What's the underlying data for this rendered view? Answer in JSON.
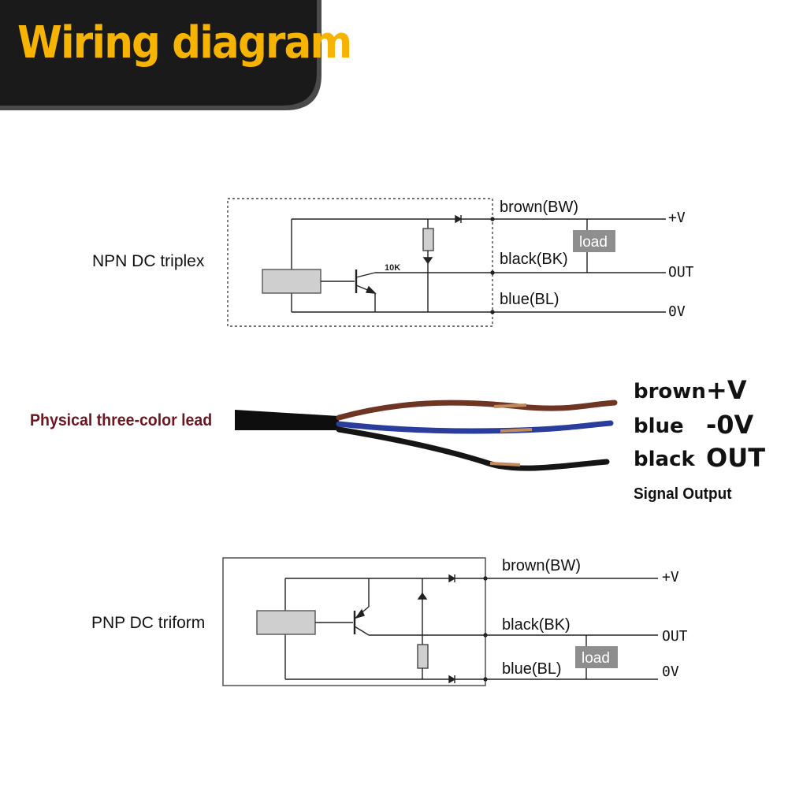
{
  "header": {
    "title": "Wiring diagram",
    "title_color": "#f6b400",
    "background_color": "#1a1a1a"
  },
  "npn": {
    "label": "NPN DC triplex",
    "resistor_label": "10K",
    "wire_labels": [
      "brown(BW)",
      "black(BK)",
      "blue(BL)"
    ],
    "terminals": [
      "+V",
      "OUT",
      "0V"
    ],
    "load_label": "load"
  },
  "lead": {
    "title": "Physical three-color lead",
    "title_color": "#6b1620",
    "wires": [
      {
        "color_name": "brown",
        "terminal": "+V",
        "color": "#6e3524"
      },
      {
        "color_name": "blue",
        "terminal": "-0V",
        "color": "#2a3d9c"
      },
      {
        "color_name": "black",
        "terminal": "OUT",
        "color": "#151515"
      }
    ],
    "caption": "Signal Output"
  },
  "pnp": {
    "label": "PNP DC triform",
    "wire_labels": [
      "brown(BW)",
      "black(BK)",
      "blue(BL)"
    ],
    "terminals": [
      "+V",
      "OUT",
      "0V"
    ],
    "load_label": "load"
  }
}
